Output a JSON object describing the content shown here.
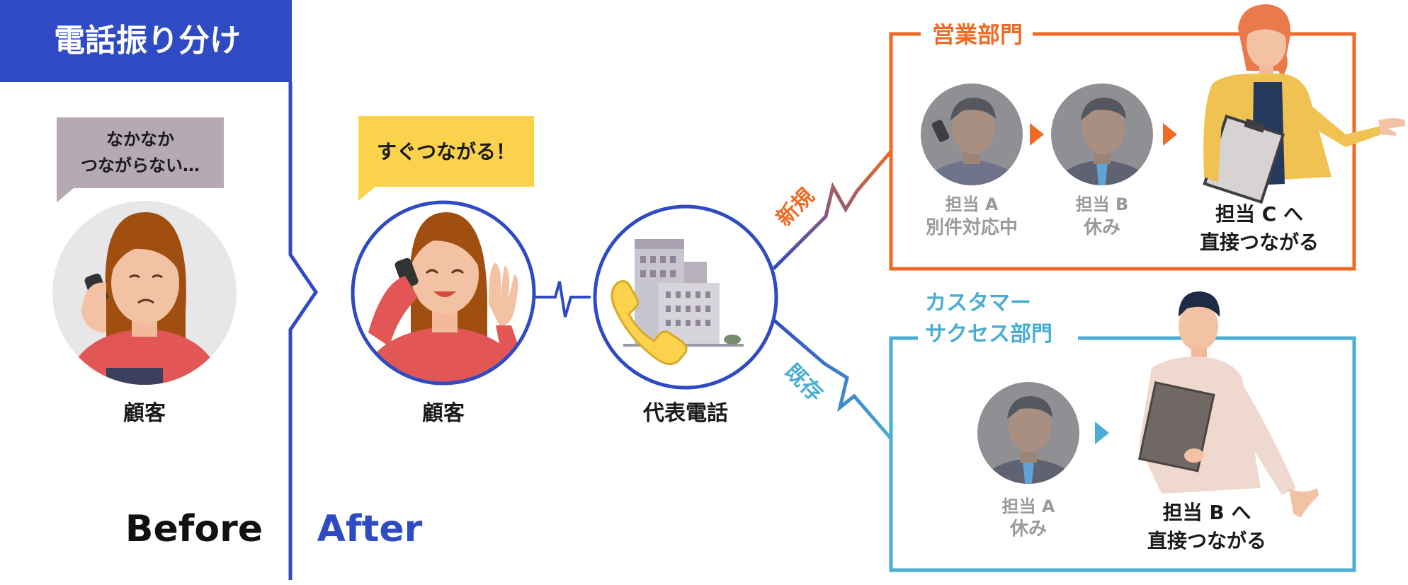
{
  "header": {
    "title": "電話振り分け"
  },
  "before": {
    "bubble_line1": "なかなか",
    "bubble_line2": "つながらない…",
    "customer_label": "顧客",
    "section_label": "Before"
  },
  "after": {
    "bubble": "すぐつながる！",
    "customer_label": "顧客",
    "main_phone_label": "代表電話",
    "section_label": "After"
  },
  "routes": {
    "new_label": "新規",
    "existing_label": "既存"
  },
  "sales": {
    "title": "営業部門",
    "staff_a_line1": "担当 A",
    "staff_a_line2": "別件対応中",
    "staff_b_line1": "担当 B",
    "staff_b_line2": "休み",
    "result_line1": "担当 C へ",
    "result_line2": "直接つながる"
  },
  "cs": {
    "title_line1": "カスタマー",
    "title_line2": "サクセス部門",
    "staff_a_line1": "担当 A",
    "staff_a_line2": "休み",
    "result_line1": "担当 B へ",
    "result_line2": "直接つながる"
  },
  "colors": {
    "brand_blue": "#2f4bc4",
    "sales_orange": "#ef6a25",
    "cs_cyan": "#4aaed2",
    "bubble_gray": "#b5a9b3",
    "bubble_yellow": "#fbd24b",
    "muted_text": "#9a9a9a"
  }
}
